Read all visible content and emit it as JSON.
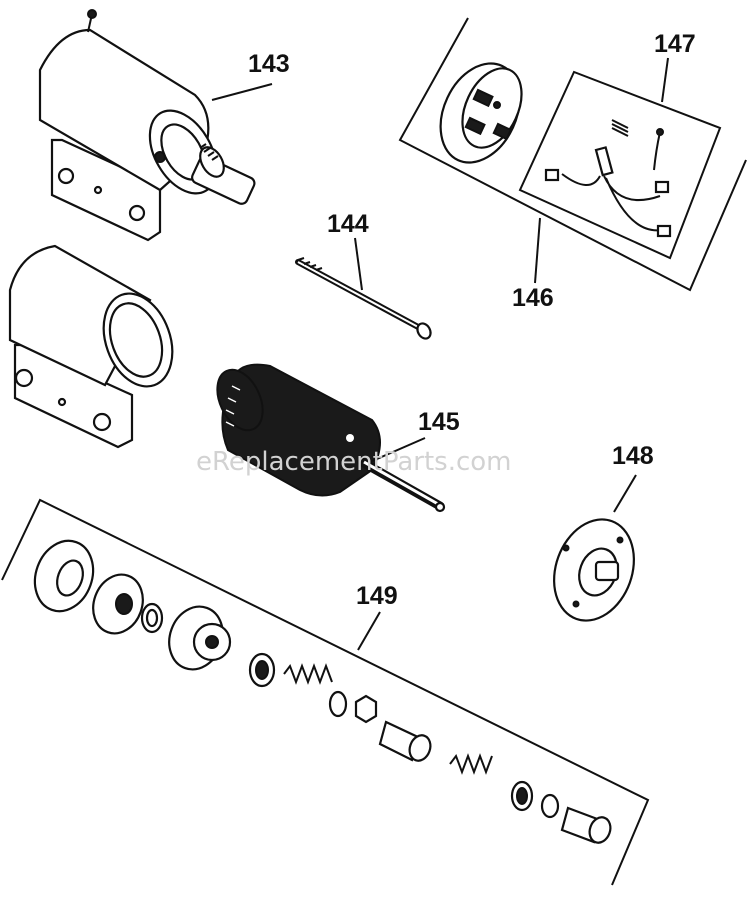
{
  "callouts": [
    {
      "id": "143",
      "label": "143"
    },
    {
      "id": "144",
      "label": "144"
    },
    {
      "id": "145",
      "label": "145"
    },
    {
      "id": "146",
      "label": "146"
    },
    {
      "id": "147",
      "label": "147"
    },
    {
      "id": "148",
      "label": "148"
    },
    {
      "id": "149",
      "label": "149"
    }
  ],
  "watermark": "eReplacementParts.com"
}
